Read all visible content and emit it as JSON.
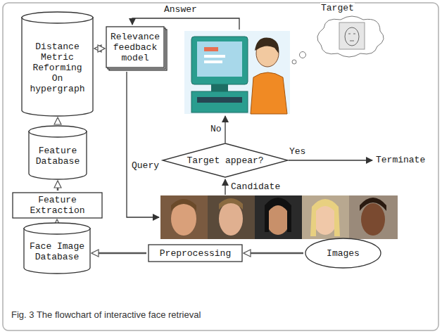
{
  "diagram": {
    "caption": "Fig. 3 The flowchart of interactive face retrieval",
    "nodes": [
      {
        "text": [
          "Distance Metric Reforming On hypergraph"
        ]
      },
      {
        "text": [
          "Relevance feedback model"
        ]
      },
      {
        "text": [
          "Feature Database"
        ]
      },
      {
        "text": [
          "Feature Extraction"
        ]
      },
      {
        "text": [
          "Face Image Database"
        ]
      },
      {
        "text": [
          "Preprocessing"
        ]
      },
      {
        "text": [
          "Images"
        ]
      },
      {
        "text": [
          "Target appear?"
        ]
      }
    ],
    "edges": [
      {
        "from": 6,
        "to": 5,
        "arrow": "to"
      },
      {
        "from": 5,
        "to": 4,
        "arrow": "to"
      },
      {
        "from": 4,
        "to": 3,
        "arrow": "to"
      },
      {
        "from": 3,
        "to": 2,
        "arrow": "to"
      },
      {
        "from": 2,
        "to": 0,
        "arrow": "to"
      },
      {
        "from": 0,
        "to": 1,
        "arrow": "both"
      }
    ],
    "labels": [
      "Answer",
      "Target",
      "Query",
      "No",
      "Yes",
      "Terminate",
      "Candidate"
    ]
  }
}
